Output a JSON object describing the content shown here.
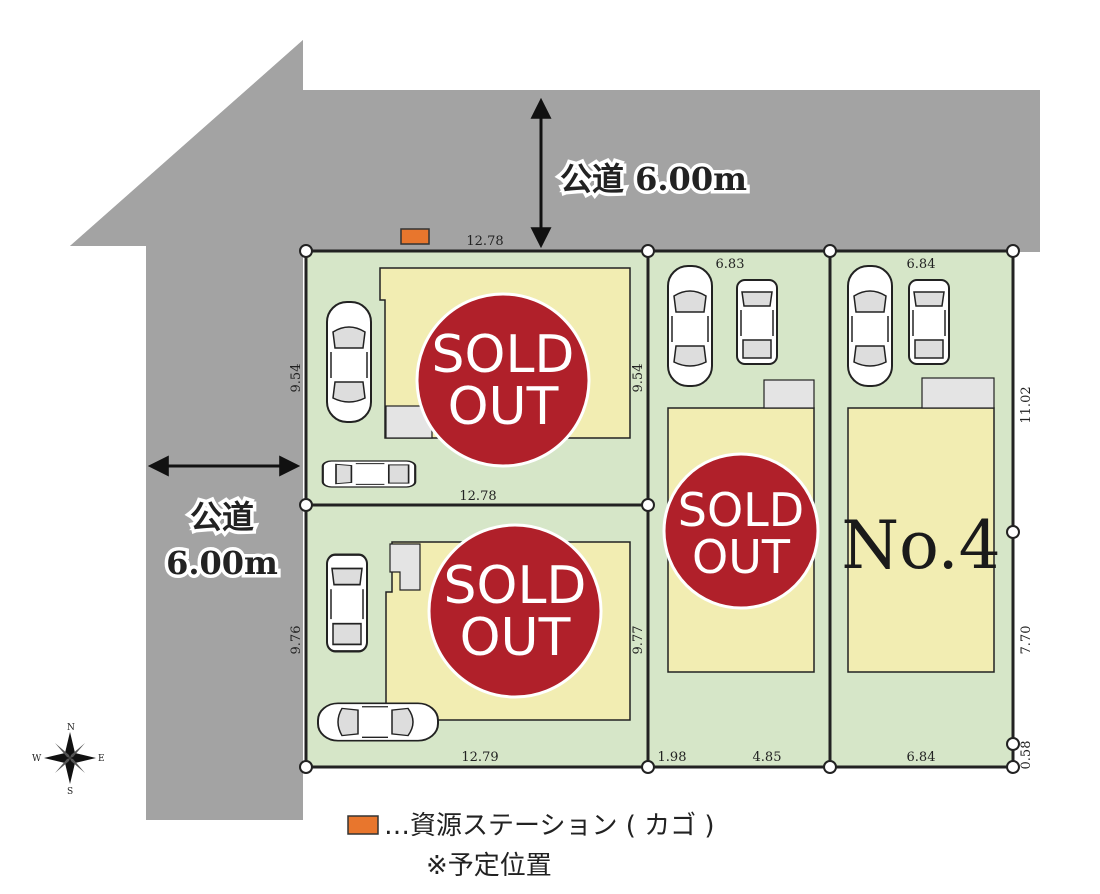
{
  "roads": {
    "north_label": "公道 6.00m",
    "west_label_line1": "公道",
    "west_label_line2": "6.00m"
  },
  "dimensions": {
    "top_lot1": "12.78",
    "lot1_left": "9.54",
    "lot1_right": "9.54",
    "lot1_bottom": "12.78",
    "lot2_left": "9.76",
    "lot2_right": "9.77",
    "lot2_bottom": "12.79",
    "lot3_top": "6.83",
    "lot3_bottom_a": "1.98",
    "lot3_bottom_b": "4.85",
    "lot4_top": "6.84",
    "lot4_bottom": "6.84",
    "east_upper": "11.02",
    "east_middle": "7.70",
    "east_lower": "0.58"
  },
  "lots": [
    {
      "status_line1": "SOLD",
      "status_line2": "OUT"
    },
    {
      "status_line1": "SOLD",
      "status_line2": "OUT"
    },
    {
      "status_line1": "SOLD",
      "status_line2": "OUT"
    },
    {
      "label": "No.4"
    }
  ],
  "legend": {
    "line1": "…資源ステーション ( カゴ )",
    "line2": "※予定位置"
  },
  "compass": {
    "n": "N",
    "s": "S",
    "e": "E",
    "w": "W"
  },
  "colors": {
    "road": "#a3a3a3",
    "lot": "#d6e6c8",
    "house": "#f2edb2",
    "sold": "#b0202a",
    "station": "#e8762d"
  }
}
